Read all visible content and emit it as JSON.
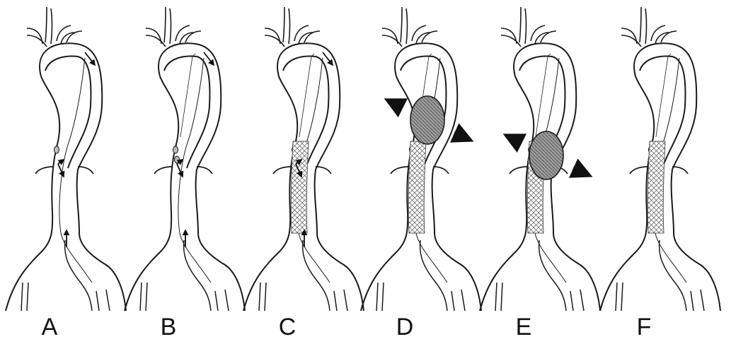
{
  "figure": {
    "panels": [
      {
        "label": "A",
        "stent": false,
        "mesh": false,
        "balloon": false,
        "arrows": "flow"
      },
      {
        "label": "B",
        "stent": true,
        "mesh": false,
        "balloon": false,
        "arrows": "flow"
      },
      {
        "label": "C",
        "stent": true,
        "mesh": true,
        "balloon": false,
        "arrows": "flow"
      },
      {
        "label": "D",
        "stent": true,
        "mesh": true,
        "balloon": true,
        "arrows": "dilation"
      },
      {
        "label": "E",
        "stent": true,
        "mesh": true,
        "balloon": true,
        "arrows": "dilation"
      },
      {
        "label": "F",
        "stent": true,
        "mesh": true,
        "balloon": false,
        "arrows": "none"
      }
    ],
    "colors": {
      "line": "#1a1a1a",
      "background": "#ffffff",
      "balloon_fill": "#9a9a9a",
      "mesh": "#555555"
    }
  }
}
